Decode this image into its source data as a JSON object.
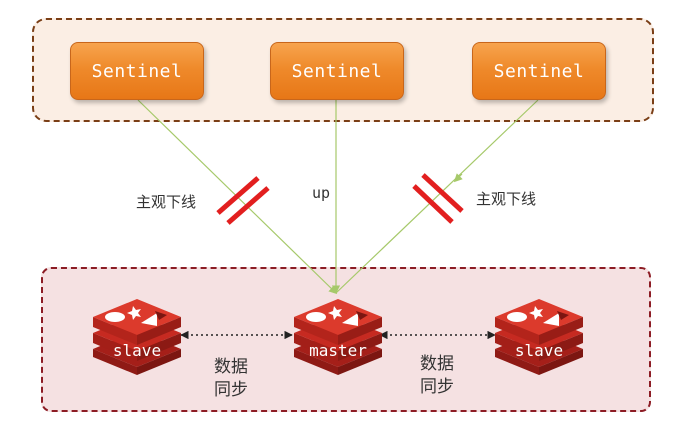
{
  "sentinels": [
    {
      "label": "Sentinel"
    },
    {
      "label": "Sentinel"
    },
    {
      "label": "Sentinel"
    }
  ],
  "links": {
    "left_label": "主观下线",
    "center_label": "up",
    "right_label": "主观下线"
  },
  "nodes": {
    "left": "slave",
    "center": "master",
    "right": "slave"
  },
  "sync": {
    "left": [
      "数据",
      "同步"
    ],
    "right": [
      "数据",
      "同步"
    ]
  },
  "colors": {
    "sentinel_orange": "#ef8a2b",
    "sentinel_group_border": "#7a3e16",
    "redis_group_border": "#8c1c24",
    "redis_red": "#d82c20",
    "link_green": "#a6c96a",
    "fault_mark_red": "#e21f1f"
  }
}
